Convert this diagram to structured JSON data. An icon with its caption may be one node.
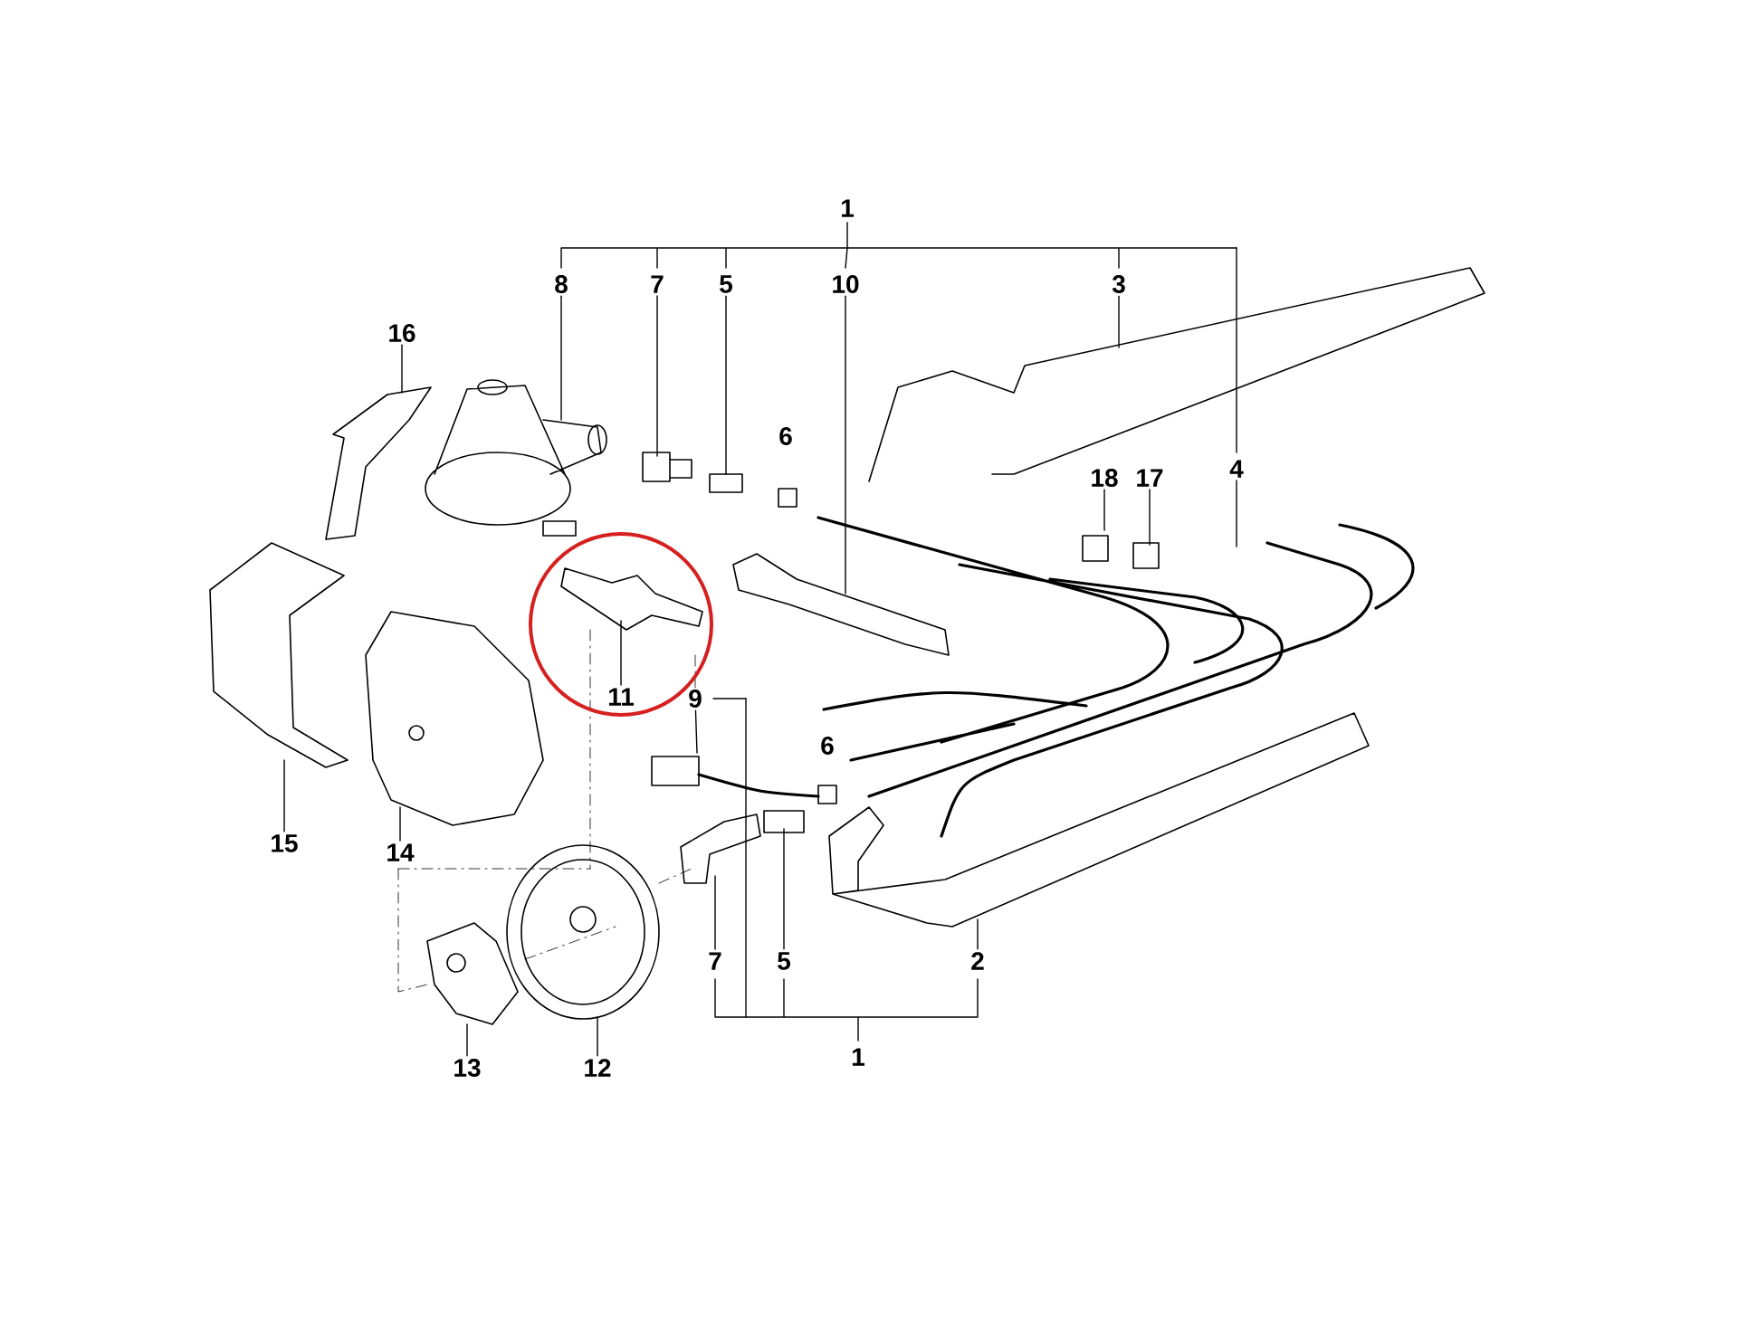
{
  "diagram": {
    "nodes": [
      {
        "text": [
          "1"
        ]
      },
      {
        "text": [
          "8"
        ]
      },
      {
        "text": [
          "7"
        ]
      },
      {
        "text": [
          "5"
        ]
      },
      {
        "text": [
          "10"
        ]
      },
      {
        "text": [
          "3"
        ]
      },
      {
        "text": [
          "16"
        ]
      },
      {
        "text": [
          "6"
        ]
      },
      {
        "text": [
          "18"
        ]
      },
      {
        "text": [
          "17"
        ]
      },
      {
        "text": [
          "4"
        ]
      },
      {
        "text": [
          "11"
        ]
      },
      {
        "text": [
          "9"
        ]
      },
      {
        "text": [
          "6"
        ]
      },
      {
        "text": [
          "15"
        ]
      },
      {
        "text": [
          "14"
        ]
      },
      {
        "text": [
          "7"
        ]
      },
      {
        "text": [
          "5"
        ]
      },
      {
        "text": [
          "2"
        ]
      },
      {
        "text": [
          "13"
        ]
      },
      {
        "text": [
          "12"
        ]
      },
      {
        "text": [
          "1"
        ]
      }
    ],
    "edges": [
      {
        "from": 1,
        "to": null,
        "arrow": "none"
      },
      {
        "from": 2,
        "to": null,
        "arrow": "none"
      },
      {
        "from": 3,
        "to": null,
        "arrow": "none"
      },
      {
        "from": 4,
        "to": null,
        "arrow": "none"
      },
      {
        "from": 5,
        "to": null,
        "arrow": "none"
      },
      {
        "from": 6,
        "to": null,
        "arrow": "none"
      },
      {
        "from": 8,
        "to": null,
        "arrow": "none"
      },
      {
        "from": 9,
        "to": null,
        "arrow": "none"
      },
      {
        "from": 10,
        "to": null,
        "arrow": "none"
      },
      {
        "from": 11,
        "to": null,
        "arrow": "none"
      },
      {
        "from": 12,
        "to": null,
        "arrow": "none"
      },
      {
        "from": 14,
        "to": null,
        "arrow": "none"
      },
      {
        "from": 15,
        "to": null,
        "arrow": "none"
      },
      {
        "from": 16,
        "to": null,
        "arrow": "none"
      },
      {
        "from": 17,
        "to": null,
        "arrow": "none"
      },
      {
        "from": 18,
        "to": null,
        "arrow": "none"
      },
      {
        "from": 19,
        "to": null,
        "arrow": "none"
      },
      {
        "from": 20,
        "to": null,
        "arrow": "none"
      }
    ]
  }
}
